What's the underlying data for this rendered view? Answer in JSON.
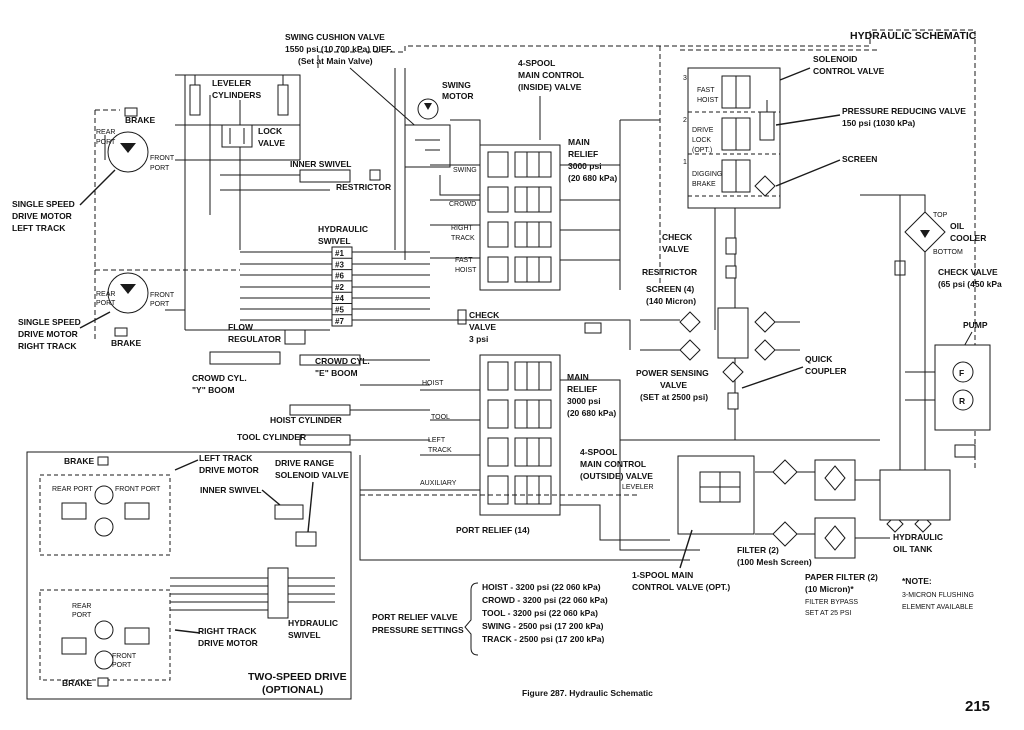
{
  "title": "HYDRAULIC SCHEMATIC",
  "page_number": "215",
  "figure_caption": "Figure 287. Hydraulic Schematic",
  "labels": {
    "swing_cushion": [
      "SWING CUSHION VALVE",
      "1550 psi (10 700 kPa) DIFF.",
      "(Set at Main Valve)"
    ],
    "leveler_cylinders": [
      "LEVELER",
      "CYLINDERS"
    ],
    "lock_valve": [
      "LOCK",
      "VALVE"
    ],
    "brake_top": "BRAKE",
    "rear_port_top": [
      "REAR",
      "PORT"
    ],
    "front_port_top": [
      "FRONT",
      "PORT"
    ],
    "single_speed_left": [
      "SINGLE SPEED",
      "DRIVE MOTOR",
      "LEFT TRACK"
    ],
    "single_speed_right": [
      "SINGLE SPEED",
      "DRIVE MOTOR",
      "RIGHT TRACK"
    ],
    "rear_port_mid": [
      "REAR",
      "PORT"
    ],
    "front_port_mid": [
      "FRONT",
      "PORT"
    ],
    "brake_mid": "BRAKE",
    "inner_swivel": "INNER SWIVEL",
    "restrictor_top": "RESTRICTOR",
    "swing_motor": [
      "SWING",
      "MOTOR"
    ],
    "hydraulic_swivel": [
      "HYDRAULIC",
      "SWIVEL"
    ],
    "swivel_ports": [
      "#1",
      "#3",
      "#6",
      "#2",
      "#4",
      "#5",
      "#7"
    ],
    "flow_regulator": [
      "FLOW",
      "REGULATOR"
    ],
    "crowd_cyl_e": [
      "CROWD CYL.",
      "\"E\" BOOM"
    ],
    "crowd_cyl_y": [
      "CROWD CYL.",
      "\"Y\" BOOM"
    ],
    "hoist_cylinder": "HOIST CYLINDER",
    "tool_cylinder": "TOOL CYLINDER",
    "main_control_inside": [
      "4-SPOOL",
      "MAIN CONTROL",
      "(INSIDE) VALVE"
    ],
    "main_relief_top": [
      "MAIN",
      "RELIEF",
      "3000 psi",
      "(20 680 kPa)"
    ],
    "upper_spools": [
      "SWING",
      "CROWD",
      "RIGHT",
      "TRACK",
      "FAST",
      "HOIST"
    ],
    "check_valve_3": [
      "CHECK",
      "VALVE",
      "3 psi"
    ],
    "lower_spools": [
      "HOIST",
      "TOOL",
      "LEFT",
      "TRACK",
      "AUXILIARY"
    ],
    "main_relief_bottom": [
      "MAIN",
      "RELIEF",
      "3000 psi",
      "(20 680 kPa)"
    ],
    "main_control_outside": [
      "4-SPOOL",
      "MAIN CONTROL",
      "(OUTSIDE) VALVE"
    ],
    "leveler": "LEVELER",
    "port_relief": "PORT RELIEF (14)",
    "solenoid_control": [
      "SOLENOID",
      "CONTROL VALVE"
    ],
    "solenoid_stacks": [
      "FAST",
      "HOIST",
      "DRIVE",
      "LOCK",
      "(OPT.)",
      "DIGGING",
      "BRAKE"
    ],
    "stack_numbers": [
      "3",
      "2",
      "1"
    ],
    "pressure_reducing": [
      "PRESSURE REDUCING VALVE",
      "150 psi (1030 kPa)"
    ],
    "screen": "SCREEN",
    "check_valve_mid": [
      "CHECK",
      "VALVE"
    ],
    "restrictor_mid": "RESTRICTOR",
    "screen_4": [
      "SCREEN (4)",
      "(140 Micron)"
    ],
    "power_sensing": [
      "POWER SENSING",
      "VALVE",
      "(SET at 2500 psi)"
    ],
    "quick_coupler": [
      "QUICK",
      "COUPLER"
    ],
    "oil_cooler": [
      "TOP",
      "OIL",
      "COOLER",
      "BOTTOM"
    ],
    "check_valve_65": [
      "CHECK VALVE",
      "(65 psi (450 kPa"
    ],
    "pump": "PUMP",
    "pump_letters": [
      "F",
      "R"
    ],
    "hydraulic_oil_tank": [
      "HYDRAULIC",
      "OIL TANK"
    ],
    "filter_2": [
      "FILTER (2)",
      "(100 Mesh Screen)"
    ],
    "paper_filter": [
      "PAPER FILTER (2)",
      "(10 Micron)*",
      "FILTER BYPASS",
      "SET AT 25 PSI"
    ],
    "note": [
      "*NOTE:",
      "3-MICRON FLUSHING",
      "ELEMENT AVAILABLE"
    ],
    "one_spool": [
      "1-SPOOL MAIN",
      "CONTROL VALVE (OPT.)"
    ],
    "port_relief_settings_title": [
      "PORT RELIEF VALVE",
      "PRESSURE SETTINGS"
    ],
    "port_relief_settings": [
      "HOIST - 3200 psi (22 060 kPa)",
      "CROWD - 3200 psi (22 060 kPa)",
      "TOOL - 3200 psi (22 060 kPa)",
      "SWING - 2500 psi (17 200 kPa)",
      "TRACK - 2500 psi (17 200 kPa)"
    ],
    "inset_brake_top": "BRAKE",
    "inset_left_track": [
      "LEFT TRACK",
      "DRIVE MOTOR"
    ],
    "inset_inner_swivel": "INNER SWIVEL",
    "inset_drive_range": [
      "DRIVE RANGE",
      "SOLENOID VALVE"
    ],
    "inset_rear_port_top": "REAR PORT",
    "inset_front_port_top": "FRONT PORT",
    "inset_hydraulic_swivel": [
      "HYDRAULIC",
      "SWIVEL"
    ],
    "inset_rear_port_bottom": [
      "REAR",
      "PORT"
    ],
    "inset_front_port_bottom": [
      "FRONT",
      "PORT"
    ],
    "inset_right_track": [
      "RIGHT TRACK",
      "DRIVE MOTOR"
    ],
    "inset_brake_bottom": "BRAKE",
    "inset_title": [
      "TWO-SPEED DRIVE",
      "(OPTIONAL)"
    ]
  }
}
